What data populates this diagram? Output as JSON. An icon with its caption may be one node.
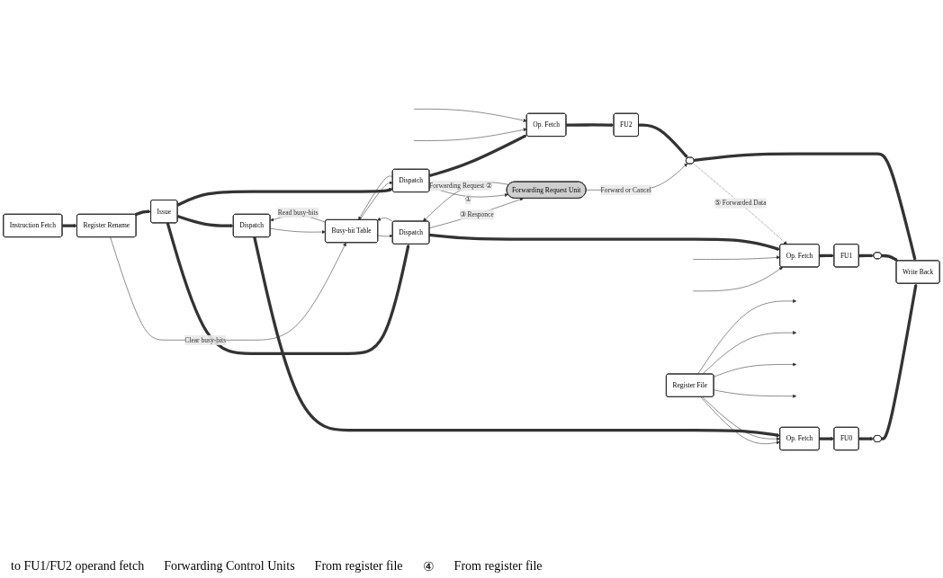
{
  "diagram": {
    "nodes": [
      {
        "text": [
          "Instruction Fetch"
        ]
      },
      {
        "text": [
          "Register Rename"
        ]
      },
      {
        "text": [
          "Issue"
        ]
      },
      {
        "text": [
          "Busy-bit Table"
        ]
      },
      {
        "text": [
          "Register File"
        ]
      },
      {
        "text": [
          "Dispatch"
        ]
      },
      {
        "text": [
          "Op. Fetch"
        ]
      },
      {
        "text": [
          "FU0"
        ]
      },
      {
        "text": [],
        "shape": "box"
      },
      {
        "text": [
          "Dispatch"
        ]
      },
      {
        "text": [
          "Op. Fetch"
        ]
      },
      {
        "text": [
          "FU1"
        ]
      },
      {
        "text": [],
        "shape": "box"
      },
      {
        "text": [
          "Forwarding Request Unit"
        ]
      },
      {
        "text": [
          "Dispatch"
        ]
      },
      {
        "text": [
          "Op. Fetch"
        ]
      },
      {
        "text": [
          "FU2"
        ]
      },
      {
        "text": [],
        "shape": "box"
      },
      {
        "text": [
          "Write Back"
        ]
      }
    ],
    "edges": [
      {
        "from": 0,
        "to": 1,
        "arrow": "to",
        "style": "thick"
      },
      {
        "from": 1,
        "to": 2,
        "arrow": "to",
        "style": "thick"
      },
      {
        "from": 1,
        "to": 3,
        "arrow": "to",
        "label": "Clear busy-bits"
      },
      {
        "from": 2,
        "to": 5,
        "arrow": "to",
        "style": "thick"
      },
      {
        "from": 2,
        "to": 9,
        "arrow": "to",
        "style": "thick"
      },
      {
        "from": 2,
        "to": 14,
        "arrow": "to",
        "style": "thick"
      },
      {
        "from": 3,
        "to": 5,
        "arrow": "to",
        "label": "Read busy-bits"
      },
      {
        "from": 3,
        "to": 9,
        "arrow": "to"
      },
      {
        "from": 3,
        "to": 14,
        "arrow": "to"
      },
      {
        "from": 5,
        "to": 3,
        "arrow": "to"
      },
      {
        "from": 9,
        "to": 3,
        "arrow": "to"
      },
      {
        "from": 14,
        "to": 3,
        "arrow": "to"
      },
      {
        "from": 4,
        "to": 6,
        "arrow": "to"
      },
      {
        "from": 4,
        "to": 6,
        "arrow": "to"
      },
      {
        "from": 4,
        "to": null,
        "arrow": "to"
      },
      {
        "from": 4,
        "to": null,
        "arrow": "to"
      },
      {
        "from": 4,
        "to": null,
        "arrow": "to"
      },
      {
        "from": 4,
        "to": null,
        "arrow": "to"
      },
      {
        "from": 5,
        "to": 6,
        "arrow": "to",
        "style": "thick"
      },
      {
        "from": 6,
        "to": 7,
        "arrow": "to",
        "style": "thick"
      },
      {
        "from": 7,
        "to": 8,
        "arrow": "to",
        "style": "thick"
      },
      {
        "from": 8,
        "to": 18,
        "arrow": "to",
        "style": "thick"
      },
      {
        "from": null,
        "to": 10,
        "arrow": "to"
      },
      {
        "from": null,
        "to": 10,
        "arrow": "to"
      },
      {
        "from": 9,
        "to": 10,
        "arrow": "to",
        "style": "thick"
      },
      {
        "from": 10,
        "to": 11,
        "arrow": "to",
        "style": "thick"
      },
      {
        "from": 11,
        "to": 12,
        "arrow": "to",
        "style": "thick"
      },
      {
        "from": 12,
        "to": 18,
        "arrow": "to",
        "style": "thick"
      },
      {
        "from": 13,
        "to": 9,
        "arrow": "to",
        "label": "Forwarding Request ②"
      },
      {
        "from": 9,
        "to": 13,
        "arrow": "to",
        "label": "③ Responce"
      },
      {
        "from": 14,
        "to": 13,
        "arrow": "to",
        "label": "①"
      },
      {
        "from": 13,
        "to": 17,
        "arrow": "to",
        "label": "Forward or Cancel"
      },
      {
        "from": 17,
        "to": 10,
        "arrow": "to",
        "style": "dashed",
        "label": "⑤ Forwarded Data"
      },
      {
        "from": 14,
        "to": 15,
        "arrow": "to",
        "style": "thick"
      },
      {
        "from": 15,
        "to": 16,
        "arrow": "to",
        "style": "thick"
      },
      {
        "from": 16,
        "to": 17,
        "arrow": "to",
        "style": "thick"
      },
      {
        "from": 17,
        "to": 18,
        "arrow": "to",
        "style": "thick"
      },
      {
        "from": null,
        "to": 15,
        "arrow": "to"
      },
      {
        "from": null,
        "to": 15,
        "arrow": "to"
      }
    ],
    "labels": [
      "to FU1/FU2 operand fetch",
      "Forwarding Control Units",
      "From register file",
      "④",
      "From register file"
    ]
  }
}
